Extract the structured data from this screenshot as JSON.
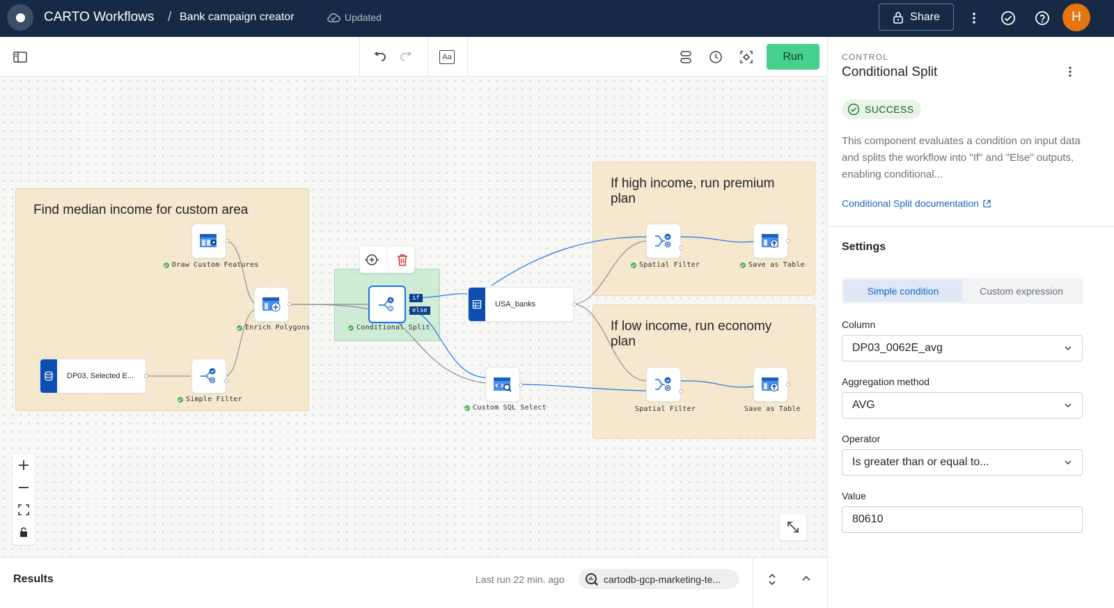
{
  "topbar": {
    "app_title": "CARTO Workflows",
    "separator": "/",
    "workflow_name": "Bank campaign creator",
    "save_status": "Updated",
    "share_label": "Share",
    "avatar_initial": "H"
  },
  "toolbar": {
    "run_label": "Run",
    "text_tool_label": "Aa"
  },
  "canvas": {
    "groups": [
      {
        "title": "Find median income for custom area"
      },
      {
        "title": "If high income, run premium plan"
      },
      {
        "title": "If low income, run economy plan"
      }
    ],
    "nodes": {
      "draw_custom_features": "Draw Custom Features",
      "enrich_polygons": "Enrich Polygons",
      "simple_filter": "Simple Filter",
      "conditional_split": "Conditional Split",
      "spatial_filter_top": "Spatial Filter",
      "save_as_table_top": "Save as Table",
      "spatial_filter_bottom": "Spatial Filter",
      "save_as_table_bottom": "Save as Table",
      "custom_sql_select": "Custom SQL Select"
    },
    "sources": {
      "dp03": "DP03, Selected E...",
      "usa_banks": "USA_banks"
    },
    "split_tags": {
      "if": "if",
      "else": "else"
    }
  },
  "results": {
    "title": "Results",
    "last_run": "Last run 22 min. ago",
    "connection": "cartodb-gcp-marketing-te..."
  },
  "panel": {
    "category": "CONTROL",
    "title": "Conditional Split",
    "status": "SUCCESS",
    "description": "This component evaluates a condition on input data and splits the workflow into \"If\" and \"Else\" outputs, enabling conditional...",
    "doc_link": "Conditional Split documentation",
    "settings_title": "Settings",
    "modes": [
      "Simple condition",
      "Custom expression"
    ],
    "fields": {
      "column_label": "Column",
      "column_value": "DP03_0062E_avg",
      "aggregation_label": "Aggregation method",
      "aggregation_value": "AVG",
      "operator_label": "Operator",
      "operator_value": "Is greater than or equal to...",
      "value_label": "Value",
      "value_value": "80610"
    }
  },
  "colors": {
    "topbar_bg": "#162945",
    "run_button": "#47d18f",
    "accent_blue": "#1565c0",
    "success_green": "#4caf50",
    "avatar": "#e5750e",
    "group_fill": "#f4e2c0"
  }
}
